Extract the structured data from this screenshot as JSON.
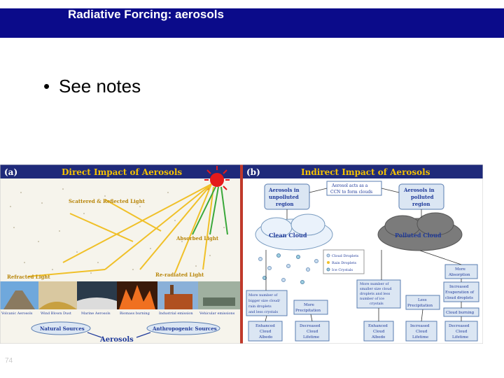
{
  "slide": {
    "title": "Radiative Forcing: aerosols",
    "bullet": "See notes",
    "slide_number": "74"
  },
  "figure": {
    "panel_a": {
      "tag": "(a)",
      "title": "Direct Impact of Aerosols",
      "labels": {
        "scattered": "Scattered & Reflected Light",
        "absorbed": "Absorbed Light",
        "refracted": "Refracted Light",
        "reradiated": "Re-radiated Light"
      },
      "sources": [
        "Volcanic Aerosols",
        "Wind Blown Dust",
        "Marine Aerosols",
        "Biomass burning",
        "Industrial emission",
        "Vehicular emissions"
      ],
      "natural": "Natural Sources",
      "anthropogenic": "Anthropogenic Sources",
      "aerosols": "Aerosols"
    },
    "panel_b": {
      "tag": "(b)",
      "title": "Indirect Impact of Aerosols",
      "ccn_line1": "Aerosol acts as a",
      "ccn_line2": "CCN to form clouds",
      "unpolluted_line1": "Aerosols in",
      "unpolluted_line2": "unpolluted",
      "unpolluted_line3": "region",
      "polluted_line1": "Aerosols in",
      "polluted_line2": "polluted",
      "polluted_line3": "region",
      "clean_cloud": "Clean Cloud",
      "polluted_cloud": "Polluted Cloud",
      "legend": [
        "Cloud Droplets",
        "Rain Droplets",
        "Ice Crystals"
      ],
      "more_absorption_1": "More",
      "more_absorption_2": "Absorption",
      "evap_1": "Increased",
      "evap_2": "Evaporation of",
      "evap_3": "cloud droplets",
      "cloud_burning": "Cloud burning",
      "bigger_1": "More number of",
      "bigger_2": "bigger size cloud/",
      "bigger_3": "rain droplets",
      "bigger_4": "and less crystals",
      "more_precip_1": "More",
      "more_precip_2": "Precipitation",
      "smaller_1": "More number of",
      "smaller_2": "smaller size cloud",
      "smaller_3": "droplets and less",
      "smaller_4": "number of ice",
      "smaller_5": "crystals",
      "less_precip_1": "Less",
      "less_precip_2": "Precipitation",
      "enh_albedo_a_1": "Enhanced",
      "enh_albedo_a_2": "Cloud",
      "enh_albedo_a_3": "Albedo",
      "dec_life_a_1": "Decreased",
      "dec_life_a_2": "Cloud",
      "dec_life_a_3": "Lifetime",
      "enh_albedo_b_1": "Enhanced",
      "enh_albedo_b_2": "Cloud",
      "enh_albedo_b_3": "Albedo",
      "inc_life_1": "Increased",
      "inc_life_2": "Cloud",
      "inc_life_3": "Lifetime",
      "dec_life_b_1": "Decreased",
      "dec_life_b_2": "Cloud",
      "dec_life_b_3": "Lifetime"
    }
  },
  "colors": {
    "title_bar": "#0b0b8a",
    "panel_title_bar": "#1f2a7a",
    "panel_title_text": "#f5c200",
    "ray": "#f0c028",
    "ray_green": "#3aa83a",
    "sun": "#e51a1a",
    "box": "#dbe6f3",
    "box_border": "#5a7db0",
    "divider": "#c0392b",
    "label_gold": "#b8860b"
  }
}
